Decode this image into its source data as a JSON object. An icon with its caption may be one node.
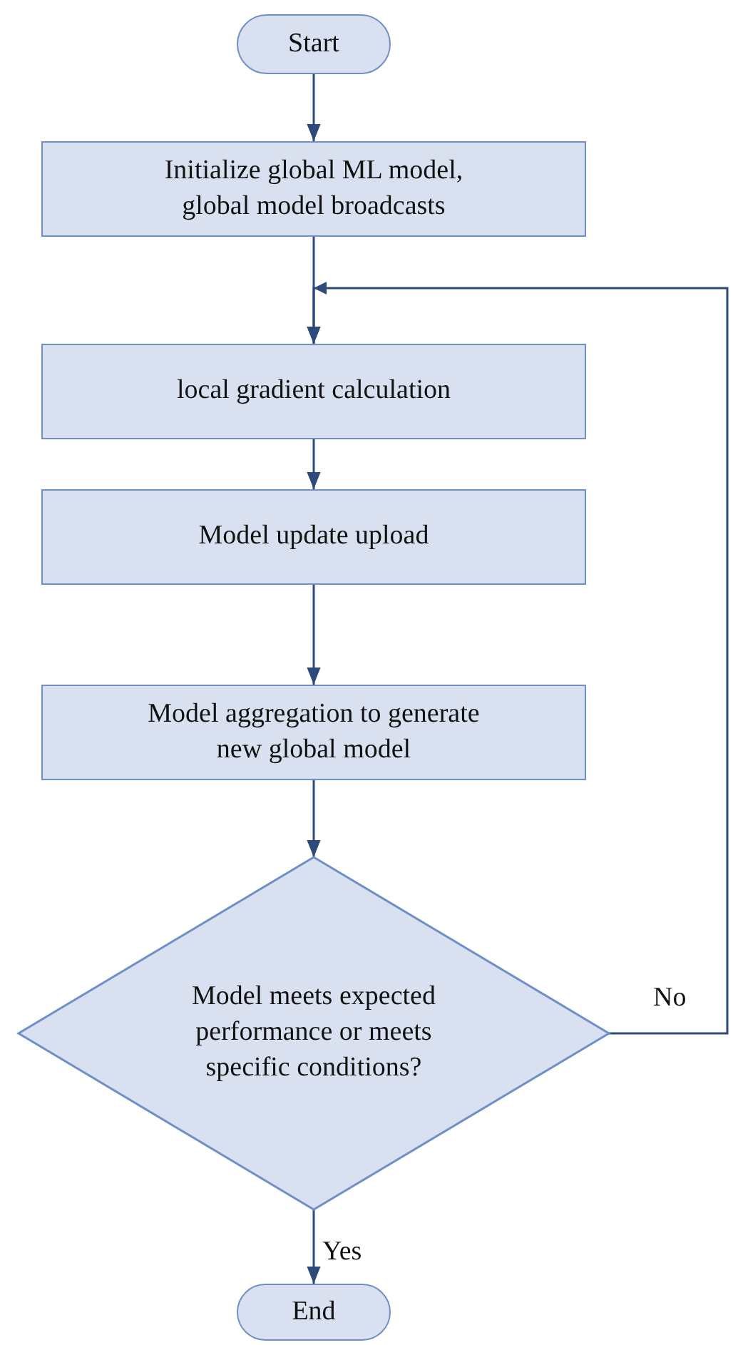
{
  "diagram": {
    "nodes": [
      {
        "text": [
          "Start"
        ]
      },
      {
        "text": [
          "Initialize global ML model, global model broadcasts"
        ]
      },
      {
        "text": [
          "local gradient calculation"
        ]
      },
      {
        "text": [
          "Model update upload"
        ]
      },
      {
        "text": [
          "Model aggregation to generate new global model"
        ]
      },
      {
        "text": [
          "Model meets expected performance or meets specific conditions?"
        ]
      },
      {
        "text": [
          "End"
        ]
      }
    ],
    "edges": [
      {
        "from": 0,
        "to": 1,
        "arrow": "to"
      },
      {
        "from": 1,
        "to": 2,
        "arrow": "to"
      },
      {
        "from": 2,
        "to": 3,
        "arrow": "to"
      },
      {
        "from": 3,
        "to": 4,
        "arrow": "to"
      },
      {
        "from": 4,
        "to": 5,
        "arrow": "to"
      },
      {
        "from": 5,
        "to": 6,
        "arrow": "to",
        "label": "Yes"
      },
      {
        "from": 5,
        "to": 2,
        "arrow": "to",
        "label": "No"
      }
    ]
  }
}
